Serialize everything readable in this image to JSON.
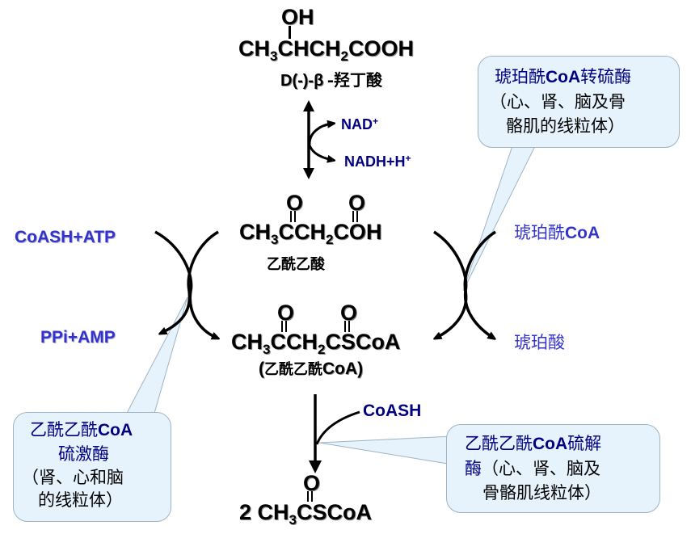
{
  "title": "Ketone body utilization pathway",
  "compounds": {
    "hydroxybutyrate": {
      "substituent": "OH",
      "formula_parts": [
        "CH",
        "3",
        "CHCH",
        "2",
        "COOH"
      ],
      "name_prefix": "D(-)-β",
      "name_cn": "-羟丁酸"
    },
    "acetoacetate": {
      "carbonyl_1": "O",
      "carbonyl_2": "O",
      "formula_parts": [
        "CH",
        "3",
        "CCH",
        "2",
        "COH"
      ],
      "name_cn": "乙酰乙酸"
    },
    "acetoacetyl_coa": {
      "carbonyl_1": "O",
      "carbonyl_2": "O",
      "formula_parts": [
        "CH",
        "3",
        "CCH",
        "2",
        "CSCoA"
      ],
      "name_open": "(",
      "name_cn": "乙酰乙酰",
      "name_latin": "CoA",
      "name_close": ")"
    },
    "acetyl_coa": {
      "coefficient": "2",
      "carbonyl": "O",
      "formula_parts": [
        "CH",
        "3",
        "CSCoA"
      ]
    }
  },
  "cofactors": {
    "nad": {
      "base": "NAD",
      "charge": "+"
    },
    "nadh": {
      "base": "NADH+H",
      "charge": "+"
    },
    "coash_atp": "CoASH+ATP",
    "ppi_amp": "PPi+AMP",
    "succinyl_coa_cn": "琥珀酰",
    "succinyl_coa_latin": "CoA",
    "succinate": "琥珀酸",
    "coash": "CoASH"
  },
  "callouts": {
    "succinyl_transferase": {
      "title_cn_1": "琥珀酰",
      "title_latin": "CoA",
      "title_cn_2": "转硫酶",
      "line_2": "（心、肾、脑及骨",
      "line_3": "骼肌的线粒体）"
    },
    "thiokinase": {
      "title_cn": "乙酰乙酰",
      "title_latin": "CoA",
      "line_2": "硫激酶",
      "line_3": "（肾、心和脑",
      "line_4": "的线粒体）"
    },
    "thiolase": {
      "title_cn_1": "乙酰乙酰",
      "title_latin": "CoA",
      "title_cn_2": "硫解",
      "line_2": "酶（心、肾、脑及",
      "line_3": "骨骼肌线粒体）"
    }
  },
  "colors": {
    "cofactor_blue": "#3333cc",
    "callout_text_navy": "#000080",
    "callout_fill": "#e6f3fc",
    "callout_border": "#9fb3c3",
    "arrow": "#000000"
  }
}
